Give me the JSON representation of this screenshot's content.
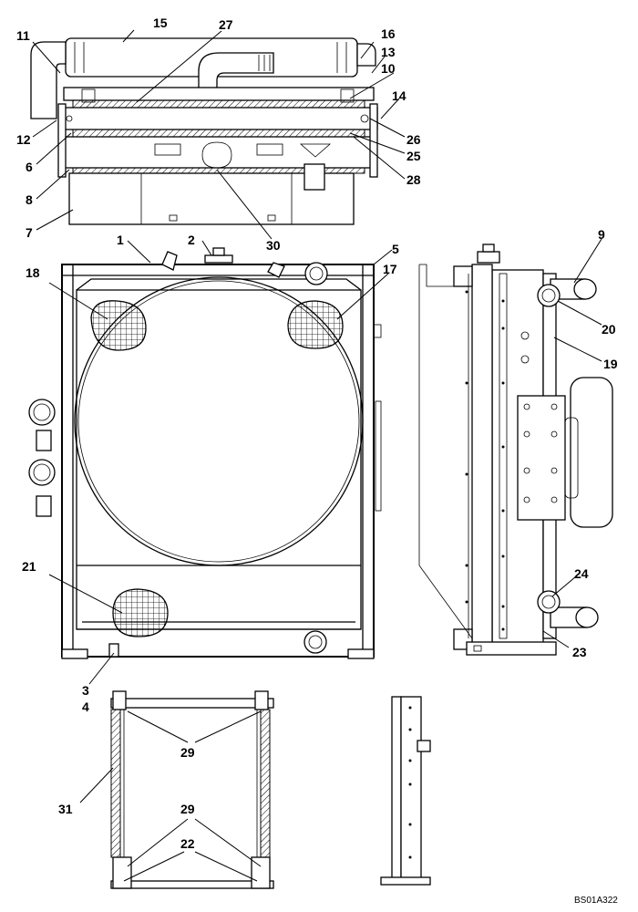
{
  "callouts": {
    "c1": "1",
    "c2": "2",
    "c3": "3",
    "c4": "4",
    "c5": "5",
    "c6": "6",
    "c7": "7",
    "c8": "8",
    "c9": "9",
    "c10": "10",
    "c11": "11",
    "c12": "12",
    "c13": "13",
    "c14": "14",
    "c15": "15",
    "c16": "16",
    "c17": "17",
    "c18": "18",
    "c19": "19",
    "c20": "20",
    "c21": "21",
    "c22": "22",
    "c23": "23",
    "c24": "24",
    "c25": "25",
    "c26": "26",
    "c27": "27",
    "c28": "28",
    "c29a": "29",
    "c29b": "29",
    "c30": "30",
    "c31": "31"
  },
  "reference_code": "BS01A322"
}
